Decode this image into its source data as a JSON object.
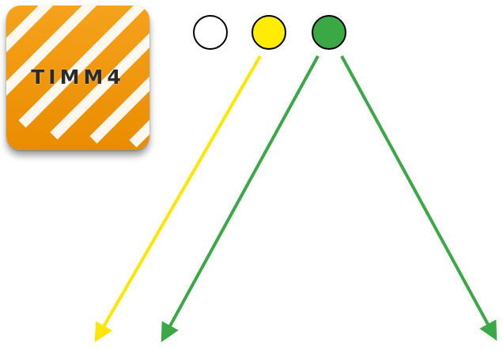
{
  "icon": {
    "label": "TIMM4",
    "name": "timm4-app-icon",
    "colors": {
      "base": "#f39a12",
      "stripe": "#ffffff"
    }
  },
  "circles": [
    {
      "name": "white-circle",
      "fill": "#ffffff"
    },
    {
      "name": "yellow-circle",
      "fill": "#ffec00"
    },
    {
      "name": "green-circle",
      "fill": "#3aa845"
    }
  ],
  "arrows": [
    {
      "name": "yellow-arrow",
      "color": "#ffe600"
    },
    {
      "name": "green-arrow-left",
      "color": "#3aa845"
    },
    {
      "name": "green-arrow-right",
      "color": "#3aa845"
    }
  ]
}
